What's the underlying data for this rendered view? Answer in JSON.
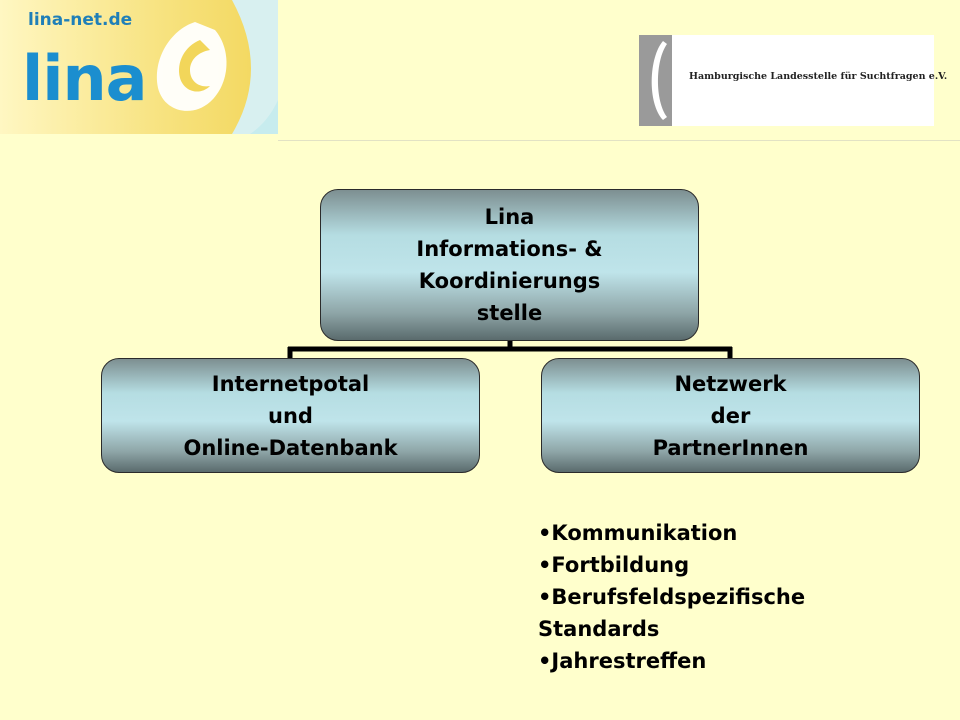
{
  "header": {
    "logo": {
      "domain": "lina-net.de",
      "wordmark": "lina",
      "colors": {
        "primary": "#1b8ecf",
        "domain": "#1f7fb8",
        "swoosh_bg": "#f4e07a"
      }
    },
    "partner_logo": {
      "text": "Hamburgische Landesstelle für Suchtfragen e.V.",
      "colors": {
        "mark": "#9a9a9a",
        "background": "#ffffff"
      }
    }
  },
  "org_chart": {
    "root": {
      "lines": [
        "Lina",
        "Informations- &",
        "Koordinierungs",
        "stelle"
      ]
    },
    "children": [
      {
        "lines": [
          "Internetpotal",
          "und",
          "Online-Datenbank"
        ]
      },
      {
        "lines": [
          "Netzwerk",
          "der",
          "PartnerInnen"
        ]
      }
    ]
  },
  "bullets": [
    "•Kommunikation",
    "•Fortbildung",
    "•Berufsfeldspezifische Standards",
    "•Jahrestreffen"
  ],
  "colors": {
    "background": "#ffffcc",
    "node_fill": "#b5dde2",
    "connector": "#000000"
  }
}
